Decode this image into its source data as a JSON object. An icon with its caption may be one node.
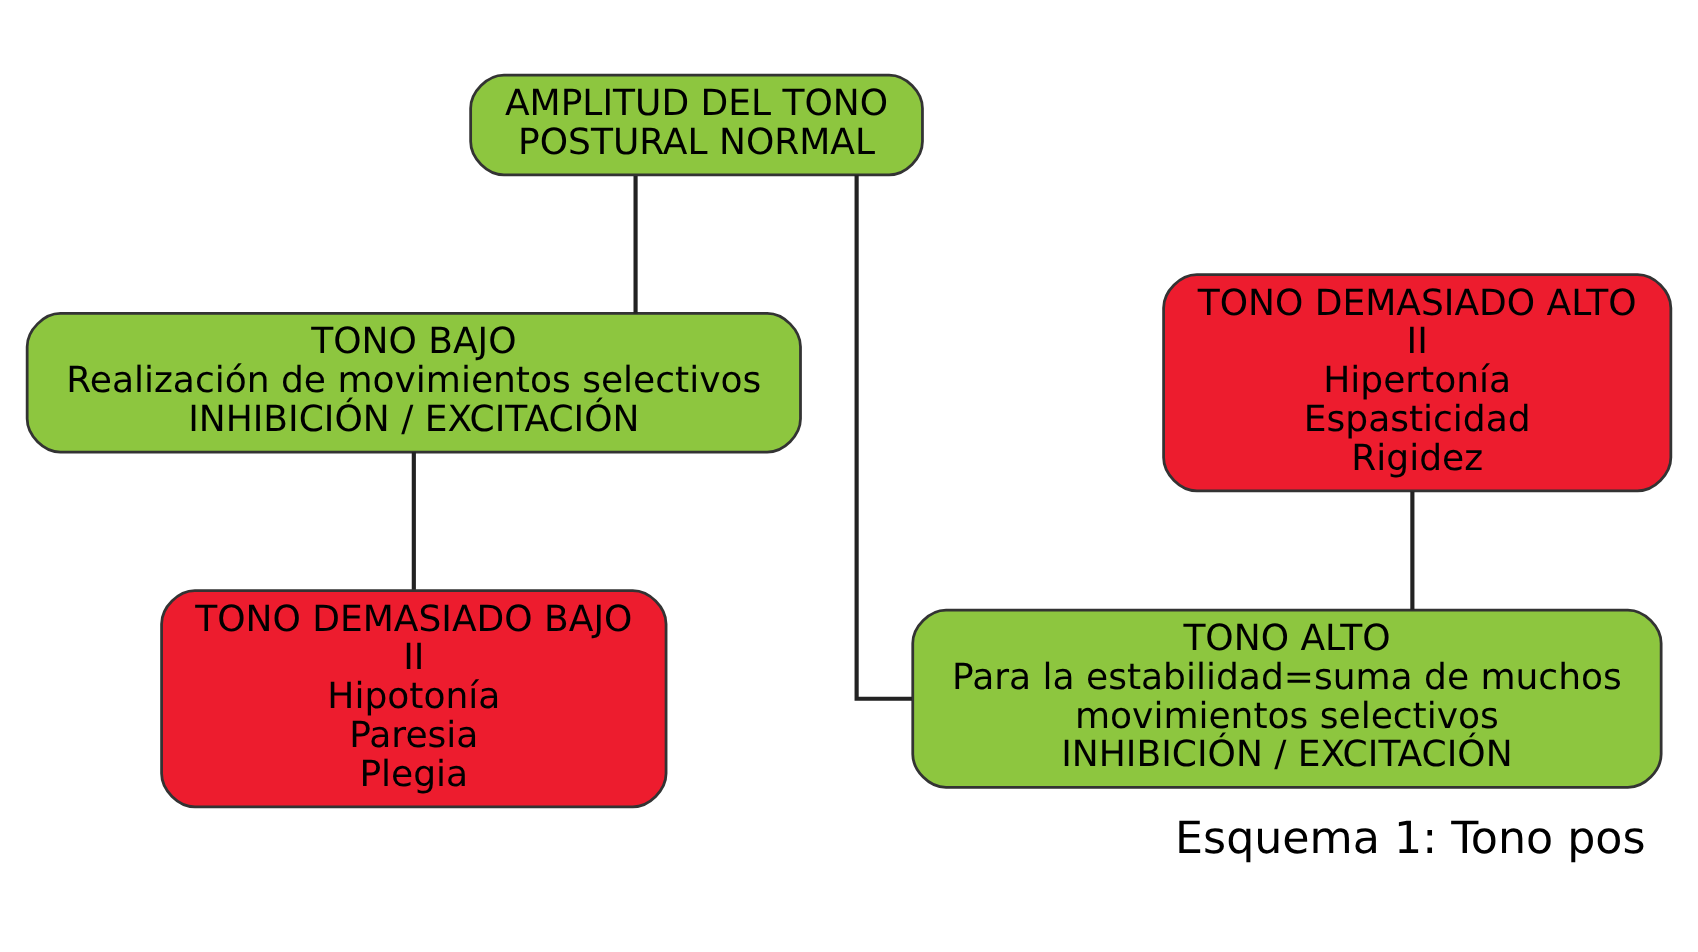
{
  "diagram": {
    "caption": "Esquema 1: Tono pos",
    "nodes": [
      {
        "text": [
          "AMPLITUD DEL TONO POSTURAL NORMAL"
        ]
      },
      {
        "text": [
          "TONO DEMASIADO ALTO",
          "II",
          "Hipertonía",
          "Espasticidad",
          "Rigidez"
        ]
      },
      {
        "text": [
          "TONO BAJO",
          "Realización de movimientos selectivos",
          "INHIBICIÓN / EXCITACIÓN"
        ]
      },
      {
        "text": [
          "TONO ALTO",
          "Para la estabilidad=suma de muchos movimientos selectivos",
          "INHIBICIÓN / EXCITACIÓN"
        ]
      },
      {
        "text": [
          "TONO DEMASIADO BAJO",
          "II",
          "Hipotonía",
          "Paresia",
          "Plegia"
        ]
      }
    ],
    "edges": [
      {
        "from": 0,
        "to": 2,
        "arrow": "none"
      },
      {
        "from": 0,
        "to": 3,
        "arrow": "none"
      },
      {
        "from": 1,
        "to": 3,
        "arrow": "none"
      },
      {
        "from": 2,
        "to": 4,
        "arrow": "none"
      }
    ]
  }
}
